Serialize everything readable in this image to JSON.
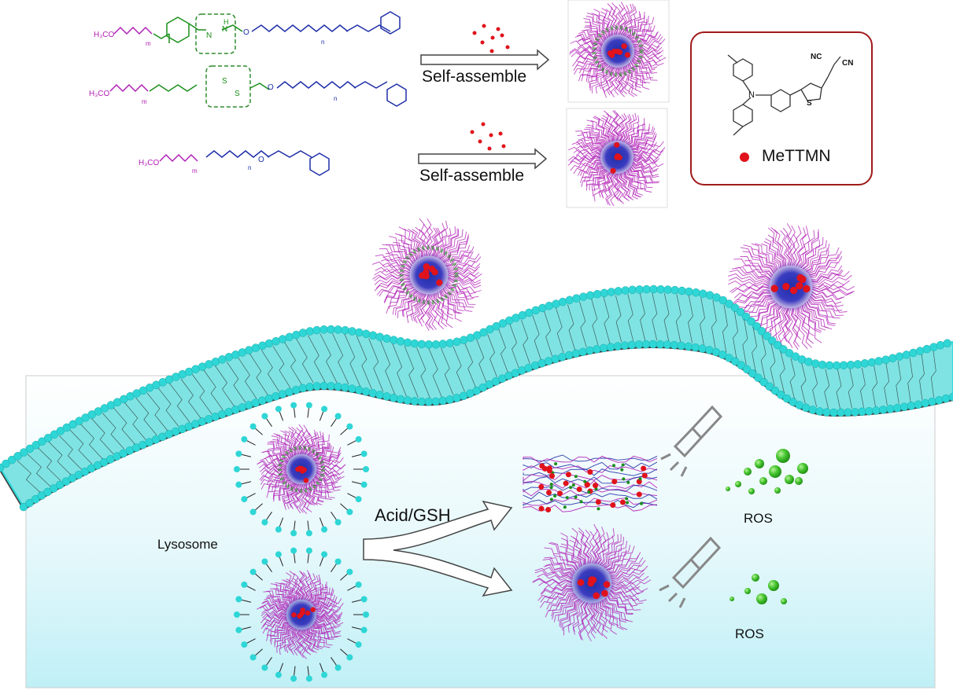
{
  "colors": {
    "peg": "#b01fb5",
    "linker": "#1a8f1a",
    "pcl": "#1f2fa8",
    "drug": "#e0121b",
    "membrane": "#2fd6d6",
    "legend_border": "#a01a1a",
    "ros": "#3dbb2a"
  },
  "polymers": [
    {
      "peg_text": "H₃CO",
      "subscript_m": "m",
      "subscript_n": "n",
      "linker_type": "hydrazone",
      "atoms": [
        "N",
        "N",
        "H",
        "O"
      ]
    },
    {
      "peg_text": "H₃CO",
      "subscript_m": "m",
      "subscript_n": "n",
      "linker_type": "disulfide",
      "atoms": [
        "S",
        "S",
        "O"
      ]
    },
    {
      "peg_text": "H₃CO",
      "subscript_m": "m",
      "subscript_n": "n",
      "linker_type": "none",
      "atoms": [
        "O"
      ]
    }
  ],
  "arrows": {
    "top_label": "Self-assemble",
    "bottom_label": "Self-assemble"
  },
  "legend": {
    "drug_label": "MeTTMN",
    "atoms": [
      "N",
      "NC",
      "CN",
      "S"
    ]
  },
  "cell": {
    "organelle_label": "Lysosome",
    "stimulus_label": "Acid/GSH"
  },
  "outputs": {
    "ros_top_label": "ROS",
    "ros_bottom_label": "ROS"
  }
}
